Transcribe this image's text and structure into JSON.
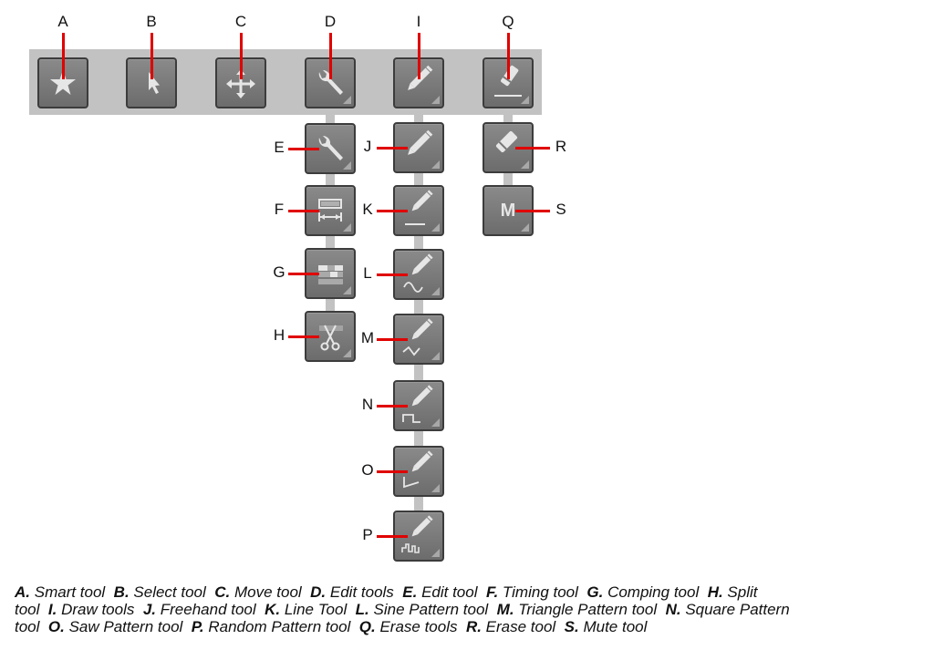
{
  "tools": {
    "A": {
      "letter": "A",
      "icon": "star-icon",
      "name": "Smart tool"
    },
    "B": {
      "letter": "B",
      "icon": "arrow-cursor-icon",
      "name": "Select tool"
    },
    "C": {
      "letter": "C",
      "icon": "move-arrows-icon",
      "name": "Move tool"
    },
    "D": {
      "letter": "D",
      "icon": "wrench-icon",
      "name": "Edit tools"
    },
    "E": {
      "letter": "E",
      "icon": "wrench-icon",
      "name": "Edit tool"
    },
    "F": {
      "letter": "F",
      "icon": "timing-icon",
      "name": "Timing tool"
    },
    "G": {
      "letter": "G",
      "icon": "comping-icon",
      "name": "Comping tool"
    },
    "H": {
      "letter": "H",
      "icon": "scissors-icon",
      "name": "Split tool"
    },
    "I": {
      "letter": "I",
      "icon": "pencil-icon",
      "name": "Draw tools"
    },
    "J": {
      "letter": "J",
      "icon": "pencil-icon",
      "name": "Freehand tool"
    },
    "K": {
      "letter": "K",
      "icon": "pencil-line-icon",
      "name": "Line Tool"
    },
    "L": {
      "letter": "L",
      "icon": "pencil-sine-icon",
      "name": "Sine Pattern tool"
    },
    "M": {
      "letter": "M",
      "icon": "pencil-triangle-icon",
      "name": "Triangle Pattern tool"
    },
    "N": {
      "letter": "N",
      "icon": "pencil-square-icon",
      "name": "Square Pattern tool"
    },
    "O": {
      "letter": "O",
      "icon": "pencil-saw-icon",
      "name": "Saw Pattern tool"
    },
    "P": {
      "letter": "P",
      "icon": "pencil-random-icon",
      "name": "Random Pattern tool"
    },
    "Q": {
      "letter": "Q",
      "icon": "eraser-line-icon",
      "name": "Erase tools"
    },
    "R": {
      "letter": "R",
      "icon": "eraser-icon",
      "name": "Erase tool"
    },
    "S": {
      "letter": "S",
      "icon": "mute-icon",
      "name": "Mute tool",
      "glyph": "M"
    }
  },
  "caption_lines": [
    [
      "A",
      "B",
      "C",
      "D",
      "E",
      "F",
      "G",
      "H1"
    ],
    [
      "H2",
      "I",
      "J",
      "K",
      "L",
      "M",
      "N1"
    ],
    [
      "N2",
      "O",
      "P",
      "Q",
      "R",
      "S"
    ]
  ],
  "caption_split": {
    "H1": "Split",
    "H2": "tool",
    "N1": "Square Pattern",
    "N2": "tool"
  }
}
